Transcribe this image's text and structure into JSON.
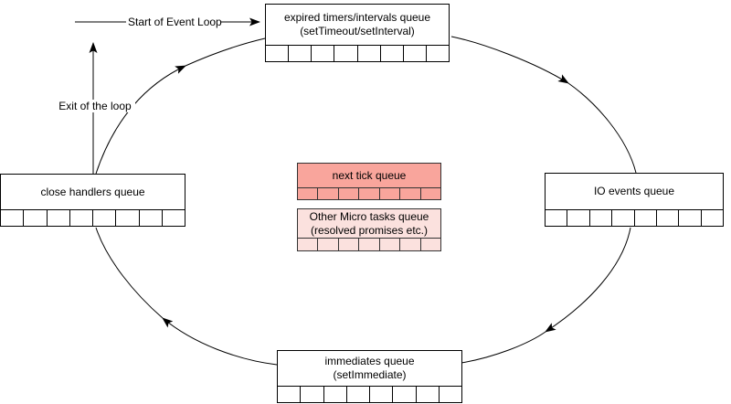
{
  "labels": {
    "start_of_loop": "Start of Event Loop",
    "exit_of_loop": "Exit of the loop"
  },
  "queues": {
    "timers": {
      "name": "expired timers/intervals queue",
      "subtitle": "(setTimeout/setInterval)",
      "cell_count": 8
    },
    "io_events": {
      "name": "IO events queue",
      "cell_count": 8
    },
    "immediates": {
      "name": "immediates queue",
      "subtitle": "(setImmediate)",
      "cell_count": 8
    },
    "close_handlers": {
      "name": "close handlers queue",
      "cell_count": 8
    },
    "next_tick": {
      "name": "next tick queue",
      "cell_count": 7,
      "fill": "#F9A59C"
    },
    "microtasks": {
      "name": "Other Micro tasks queue",
      "subtitle": "(resolved promises etc.)",
      "cell_count": 7,
      "fill": "#FBE1DE"
    }
  },
  "colors": {
    "stroke": "#000000",
    "box_fill": "#FFFFFF",
    "next_tick_fill": "#F9A59C",
    "microtask_fill": "#FBE1DE",
    "tinted_border": "#333333"
  }
}
